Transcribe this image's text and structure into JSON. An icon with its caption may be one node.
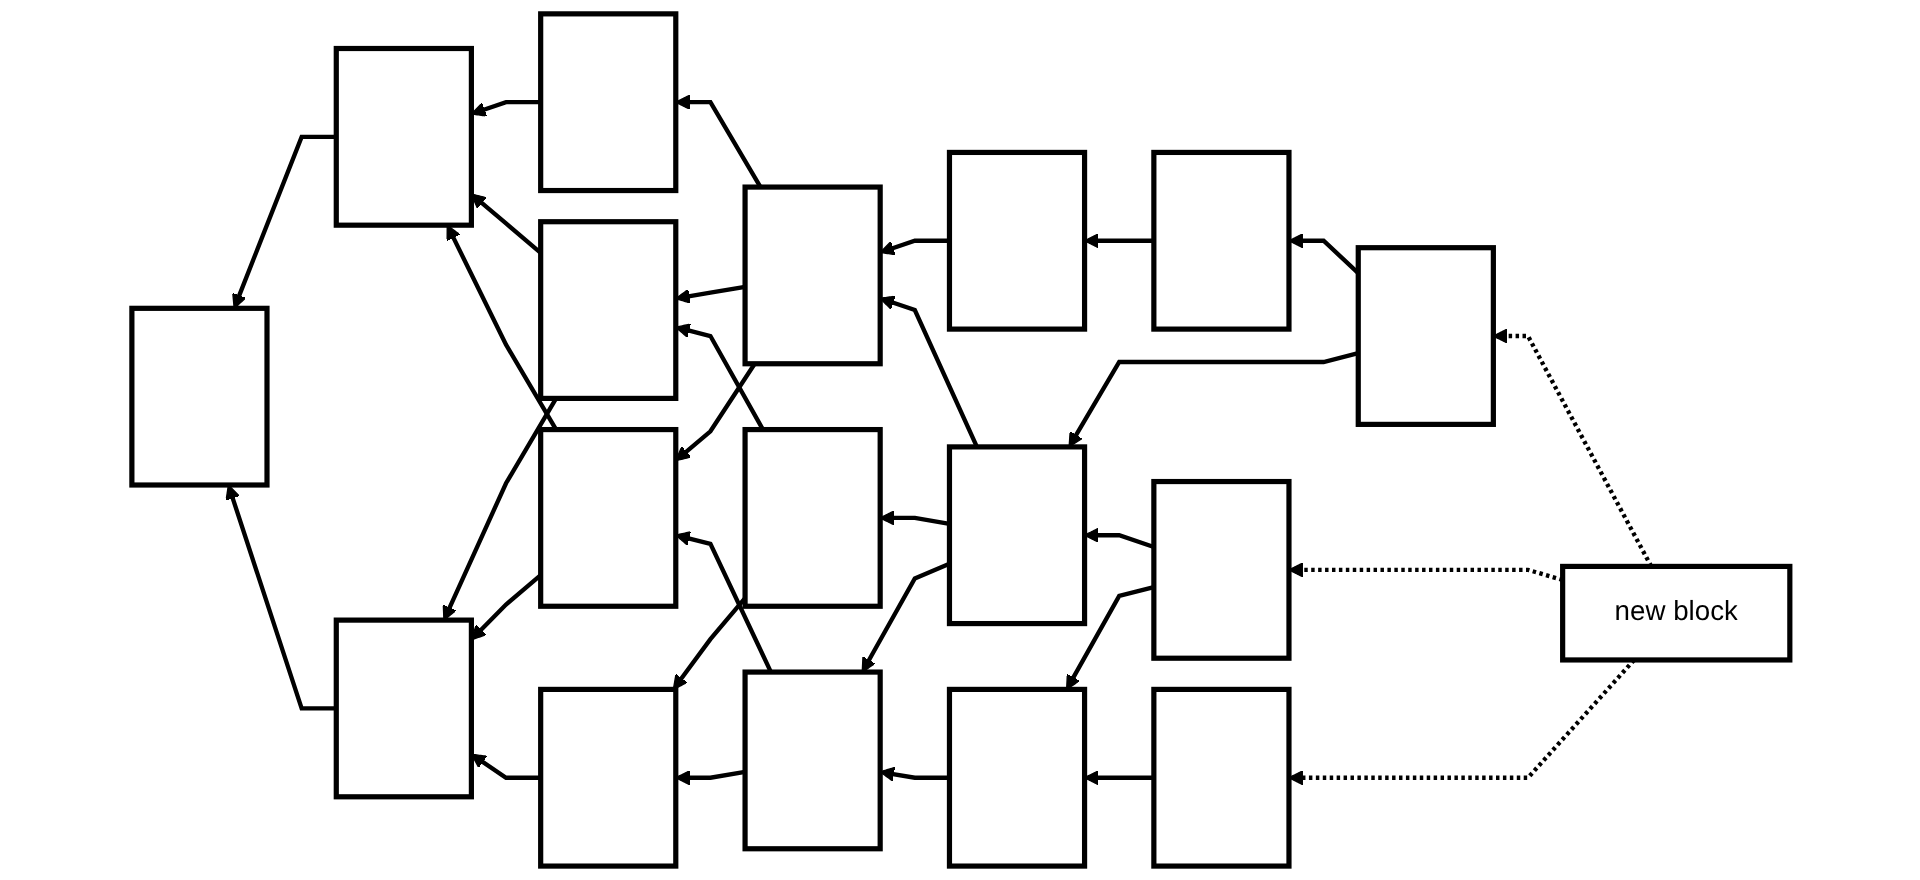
{
  "diagram": {
    "nodes": [
      {
        "text": [],
        "shape": "box"
      },
      {
        "text": [],
        "shape": "box"
      },
      {
        "text": [],
        "shape": "box"
      },
      {
        "text": [],
        "shape": "box"
      },
      {
        "text": [],
        "shape": "box"
      },
      {
        "text": [],
        "shape": "box"
      },
      {
        "text": [],
        "shape": "box"
      },
      {
        "text": [],
        "shape": "box"
      },
      {
        "text": [],
        "shape": "box"
      },
      {
        "text": [],
        "shape": "box"
      },
      {
        "text": [],
        "shape": "box"
      },
      {
        "text": [],
        "shape": "box"
      },
      {
        "text": [],
        "shape": "box"
      },
      {
        "text": [],
        "shape": "box"
      },
      {
        "text": [],
        "shape": "box"
      },
      {
        "text": [],
        "shape": "box"
      },
      {
        "text": [],
        "shape": "box"
      },
      {
        "text": [
          "new block"
        ]
      }
    ],
    "edges": [
      {
        "from": 3,
        "to": 1,
        "arrow": "to"
      },
      {
        "from": 1,
        "to": 0,
        "arrow": "to"
      },
      {
        "from": 2,
        "to": 0,
        "arrow": "to"
      },
      {
        "from": 4,
        "to": 1,
        "arrow": "to"
      },
      {
        "from": 5,
        "to": 1,
        "arrow": "to"
      },
      {
        "from": 4,
        "to": 2,
        "arrow": "to"
      },
      {
        "from": 5,
        "to": 2,
        "arrow": "to"
      },
      {
        "from": 6,
        "to": 2,
        "arrow": "to"
      },
      {
        "from": 7,
        "to": 3,
        "arrow": "to"
      },
      {
        "from": 7,
        "to": 4,
        "arrow": "to"
      },
      {
        "from": 7,
        "to": 5,
        "arrow": "to"
      },
      {
        "from": 8,
        "to": 4,
        "arrow": "to"
      },
      {
        "from": 8,
        "to": 6,
        "arrow": "to"
      },
      {
        "from": 9,
        "to": 5,
        "arrow": "to"
      },
      {
        "from": 9,
        "to": 6,
        "arrow": "to"
      },
      {
        "from": 10,
        "to": 7,
        "arrow": "to"
      },
      {
        "from": 11,
        "to": 7,
        "arrow": "to"
      },
      {
        "from": 11,
        "to": 8,
        "arrow": "to"
      },
      {
        "from": 11,
        "to": 9,
        "arrow": "to"
      },
      {
        "from": 12,
        "to": 9,
        "arrow": "to"
      },
      {
        "from": 13,
        "to": 10,
        "arrow": "to"
      },
      {
        "from": 15,
        "to": 13,
        "arrow": "to"
      },
      {
        "from": 15,
        "to": 11,
        "arrow": "to"
      },
      {
        "from": 14,
        "to": 11,
        "arrow": "to"
      },
      {
        "from": 14,
        "to": 12,
        "arrow": "to"
      },
      {
        "from": 16,
        "to": 12,
        "arrow": "to"
      },
      {
        "from": 17,
        "to": 15,
        "arrow": "to",
        "style": "dashed"
      },
      {
        "from": 17,
        "to": 14,
        "arrow": "to",
        "style": "dashed"
      },
      {
        "from": 17,
        "to": 16,
        "arrow": "to",
        "style": "dashed"
      }
    ]
  }
}
